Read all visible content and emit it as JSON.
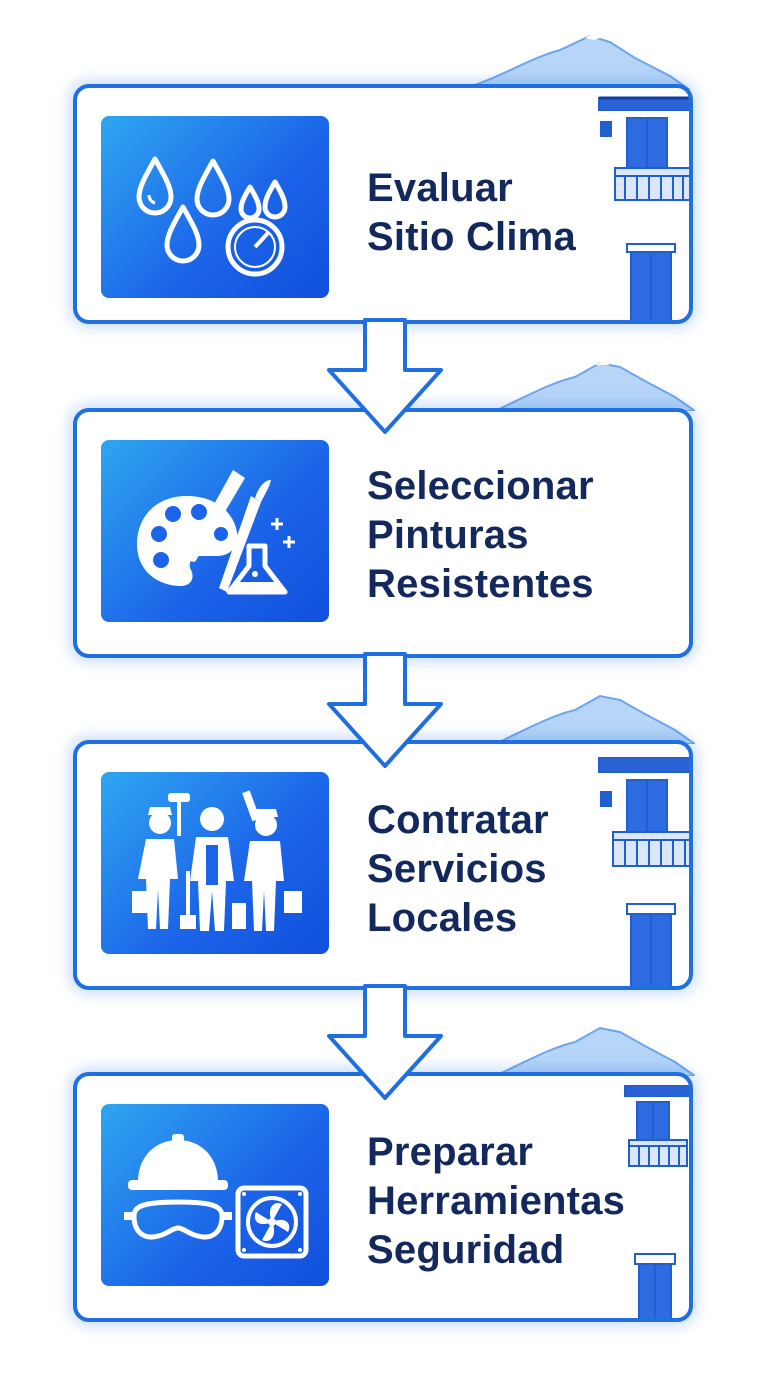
{
  "colors": {
    "accent": "#1f6fe0",
    "tile_gradient": [
      "#2fa6f0",
      "#1150dc"
    ],
    "text": "#13285c",
    "mountain": "#a9cdf5"
  },
  "steps": [
    {
      "icon": "water-drops-gauge-icon",
      "label_lines": [
        "Evaluar",
        "Sitio Clima"
      ]
    },
    {
      "icon": "palette-brush-flask-icon",
      "label_lines": [
        "Seleccionar",
        "Pinturas",
        "Resistentes"
      ]
    },
    {
      "icon": "painter-workers-icon",
      "label_lines": [
        "Contratar",
        "Servicios",
        "Locales"
      ]
    },
    {
      "icon": "hardhat-goggles-fan-icon",
      "label_lines": [
        "Preparar",
        "Herramientas",
        "Seguridad"
      ]
    }
  ]
}
